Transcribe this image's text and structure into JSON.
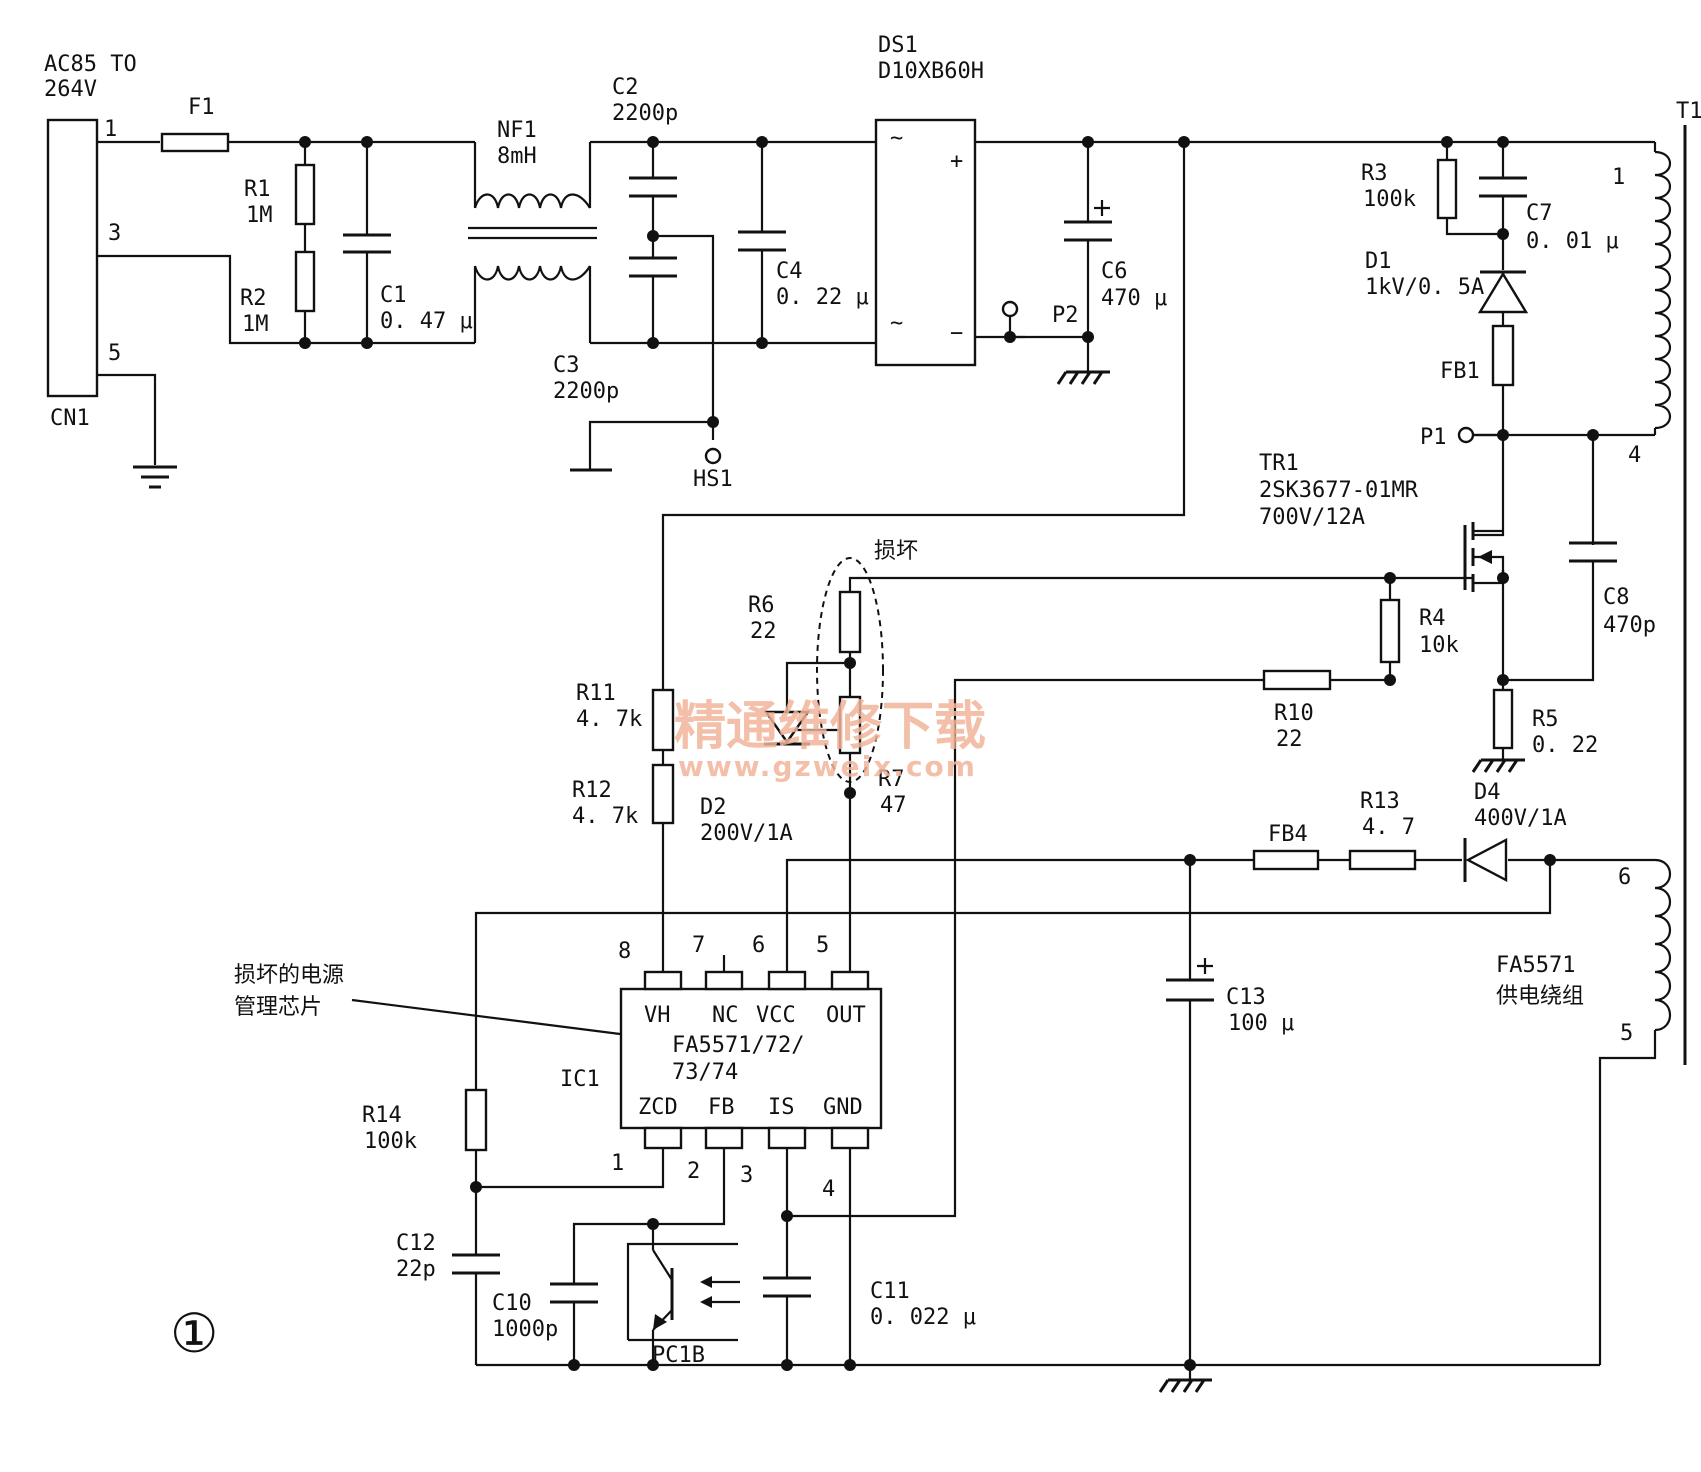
{
  "input": {
    "label_line1": "AC85 TO",
    "label_line2": "264V",
    "connector": "CN1",
    "pins": [
      "1",
      "3",
      "5"
    ]
  },
  "fuse": {
    "ref": "F1"
  },
  "r1": {
    "ref": "R1",
    "value": "1M"
  },
  "r2": {
    "ref": "R2",
    "value": "1M"
  },
  "c1": {
    "ref": "C1",
    "value": "0. 47 μ"
  },
  "nf1": {
    "ref": "NF1",
    "value": "8mH"
  },
  "c2": {
    "ref": "C2",
    "value": "2200p"
  },
  "c3": {
    "ref": "C3",
    "value": "2200p"
  },
  "c4": {
    "ref": "C4",
    "value": "0. 22 μ"
  },
  "hs1": {
    "ref": "HS1"
  },
  "ds1": {
    "ref": "DS1",
    "part": "D10XB60H",
    "plus": "+",
    "minus": "−",
    "ac_mark": "~"
  },
  "c6": {
    "ref": "C6",
    "value": "470 μ"
  },
  "p2": {
    "ref": "P2"
  },
  "p1": {
    "ref": "P1"
  },
  "r3": {
    "ref": "R3",
    "value": "100k"
  },
  "c7": {
    "ref": "C7",
    "value": "0. 01 μ"
  },
  "d1": {
    "ref": "D1",
    "value": "1kV/0. 5A"
  },
  "fb1": {
    "ref": "FB1"
  },
  "t1": {
    "ref": "T1",
    "pins": [
      "1",
      "4",
      "6",
      "5"
    ]
  },
  "tr1": {
    "ref": "TR1",
    "part": "2SK3677-01MR",
    "rating": "700V/12A"
  },
  "c8": {
    "ref": "C8",
    "value": "470p"
  },
  "damaged_label": "损坏",
  "r6": {
    "ref": "R6",
    "value": "22"
  },
  "r7": {
    "ref": "R7",
    "value": "47"
  },
  "d2": {
    "ref": "D2",
    "value": "200V/1A"
  },
  "r4": {
    "ref": "R4",
    "value": "10k"
  },
  "r10": {
    "ref": "R10",
    "value": "22"
  },
  "r5": {
    "ref": "R5",
    "value": "0. 22"
  },
  "r11": {
    "ref": "R11",
    "value": "4. 7k"
  },
  "r12": {
    "ref": "R12",
    "value": "4. 7k"
  },
  "d4": {
    "ref": "D4",
    "value": "400V/1A"
  },
  "fb4": {
    "ref": "FB4"
  },
  "r13": {
    "ref": "R13",
    "value": "4. 7"
  },
  "c13": {
    "ref": "C13",
    "value": "100 μ"
  },
  "winding_label": {
    "line1": "FA5571",
    "line2": "供电绕组"
  },
  "ic1": {
    "ref": "IC1",
    "part_line1": "FA5571/72/",
    "part_line2": "73/74",
    "top_pins": [
      {
        "num": "8",
        "name": "VH"
      },
      {
        "num": "7",
        "name": "NC"
      },
      {
        "num": "6",
        "name": "VCC"
      },
      {
        "num": "5",
        "name": "OUT"
      }
    ],
    "bottom_pins": [
      {
        "num": "1",
        "name": "ZCD"
      },
      {
        "num": "2",
        "name": "FB"
      },
      {
        "num": "3",
        "name": "IS"
      },
      {
        "num": "4",
        "name": "GND"
      }
    ]
  },
  "ic_note": {
    "line1": "损坏的电源",
    "line2": "管理芯片"
  },
  "r14": {
    "ref": "R14",
    "value": "100k"
  },
  "c12": {
    "ref": "C12",
    "value": "22p"
  },
  "c10": {
    "ref": "C10",
    "value": "1000p"
  },
  "pc1b": {
    "ref": "PC1B"
  },
  "c11": {
    "ref": "C11",
    "value": "0. 022 μ"
  },
  "figure_number": "①",
  "watermark": {
    "line1": "精通维修下载",
    "line2": "www.gzweix.com"
  }
}
